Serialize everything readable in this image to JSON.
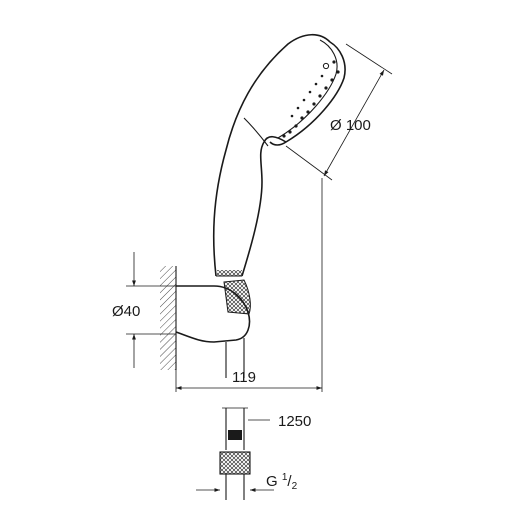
{
  "dimensions": {
    "head_diameter": "Ø 100",
    "holder_diameter": "Ø40",
    "projection": "119",
    "hose_length": "1250",
    "thread": {
      "prefix": "G ",
      "numerator": "1",
      "slash": "/",
      "denominator": "2"
    }
  },
  "colors": {
    "line": "#1a1a1a",
    "background": "#ffffff"
  }
}
